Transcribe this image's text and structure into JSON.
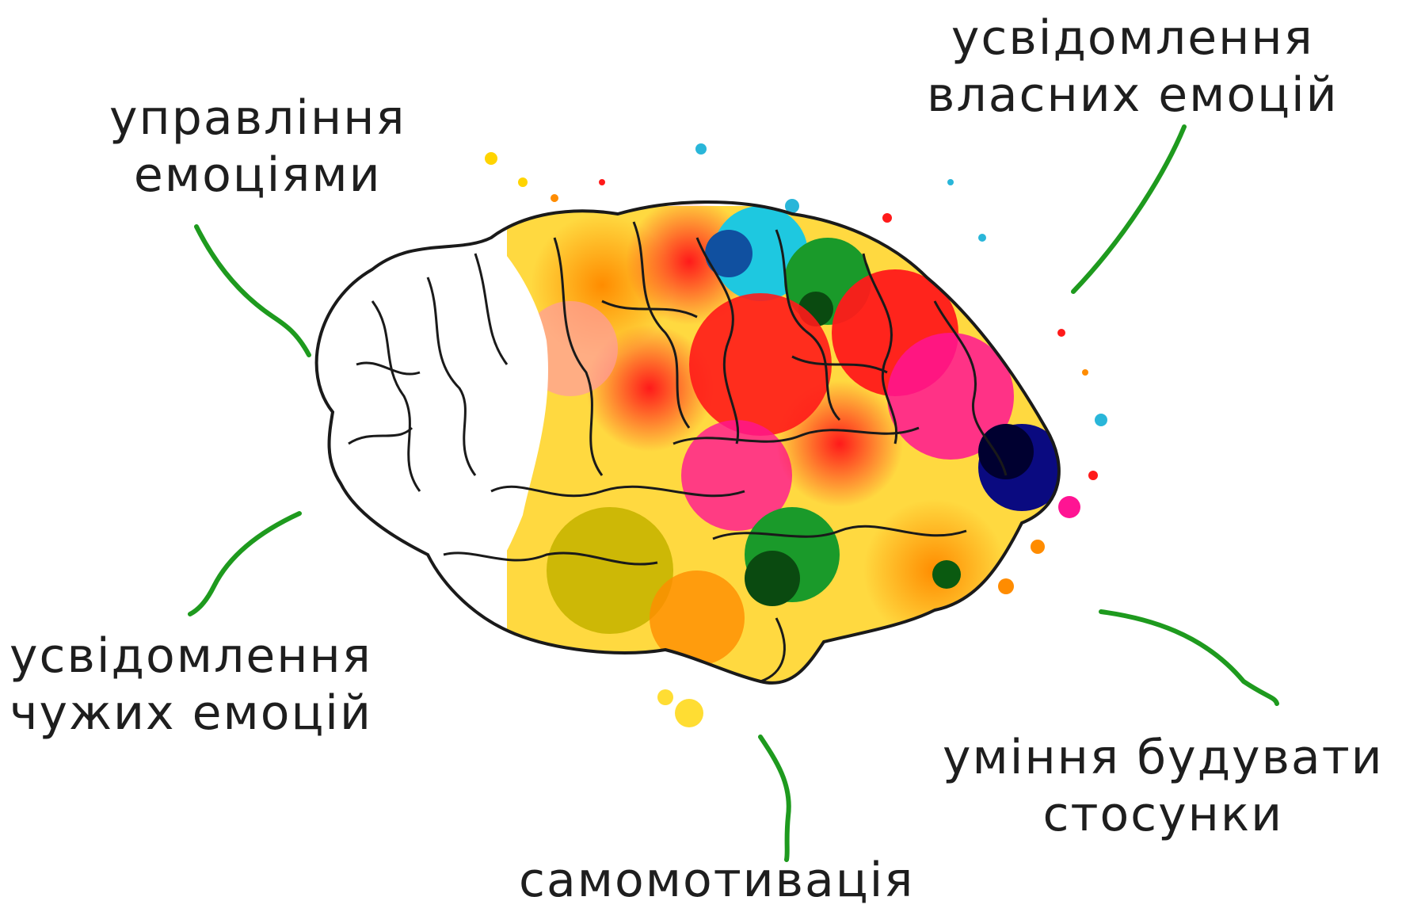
{
  "labels": {
    "emotion_management": {
      "line1": "управління",
      "line2": "емоціями"
    },
    "self_awareness": {
      "line1": "усвідомлення",
      "line2": "власних емоцій"
    },
    "others_awareness": {
      "line1": "усвідомлення",
      "line2": "чужих емоцій"
    },
    "relationships": {
      "line1": "уміння будувати",
      "line2": "стосунки"
    },
    "self_motivation": {
      "line1": "самомотивація"
    }
  },
  "colors": {
    "connector": "#1e9a1e",
    "outline": "#1a1a1a",
    "text": "#1e1e1e"
  }
}
